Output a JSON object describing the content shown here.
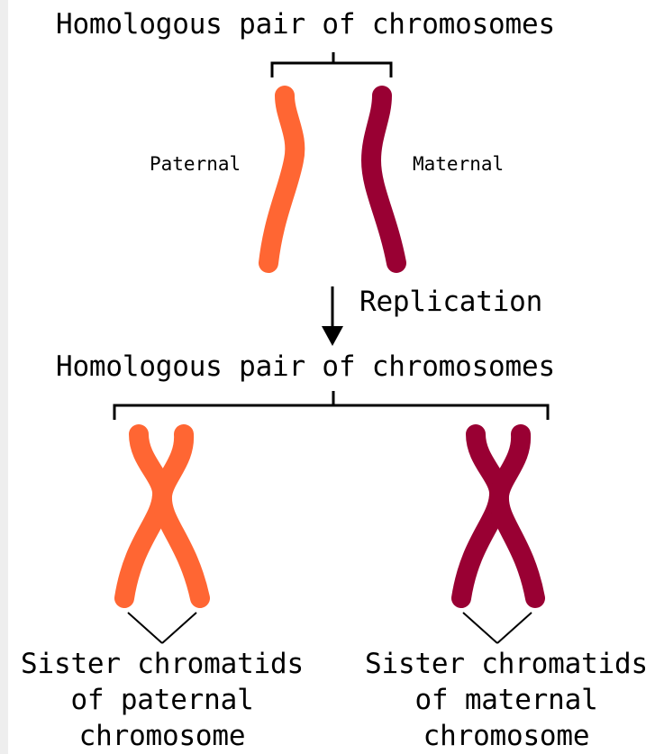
{
  "top": {
    "title": "Homologous pair of chromosomes",
    "paternal_label": "Paternal",
    "maternal_label": "Maternal"
  },
  "arrow": {
    "label": "Replication"
  },
  "bottom": {
    "title": "Homologous pair of chromosomes",
    "left_caption": [
      "Sister chromatids",
      "of paternal",
      "chromosome"
    ],
    "right_caption": [
      "Sister chromatids",
      "of maternal",
      "chromosome"
    ]
  },
  "colors": {
    "paternal": "#ff6633",
    "maternal": "#990033",
    "line": "#000000",
    "background": "#ffffff"
  }
}
